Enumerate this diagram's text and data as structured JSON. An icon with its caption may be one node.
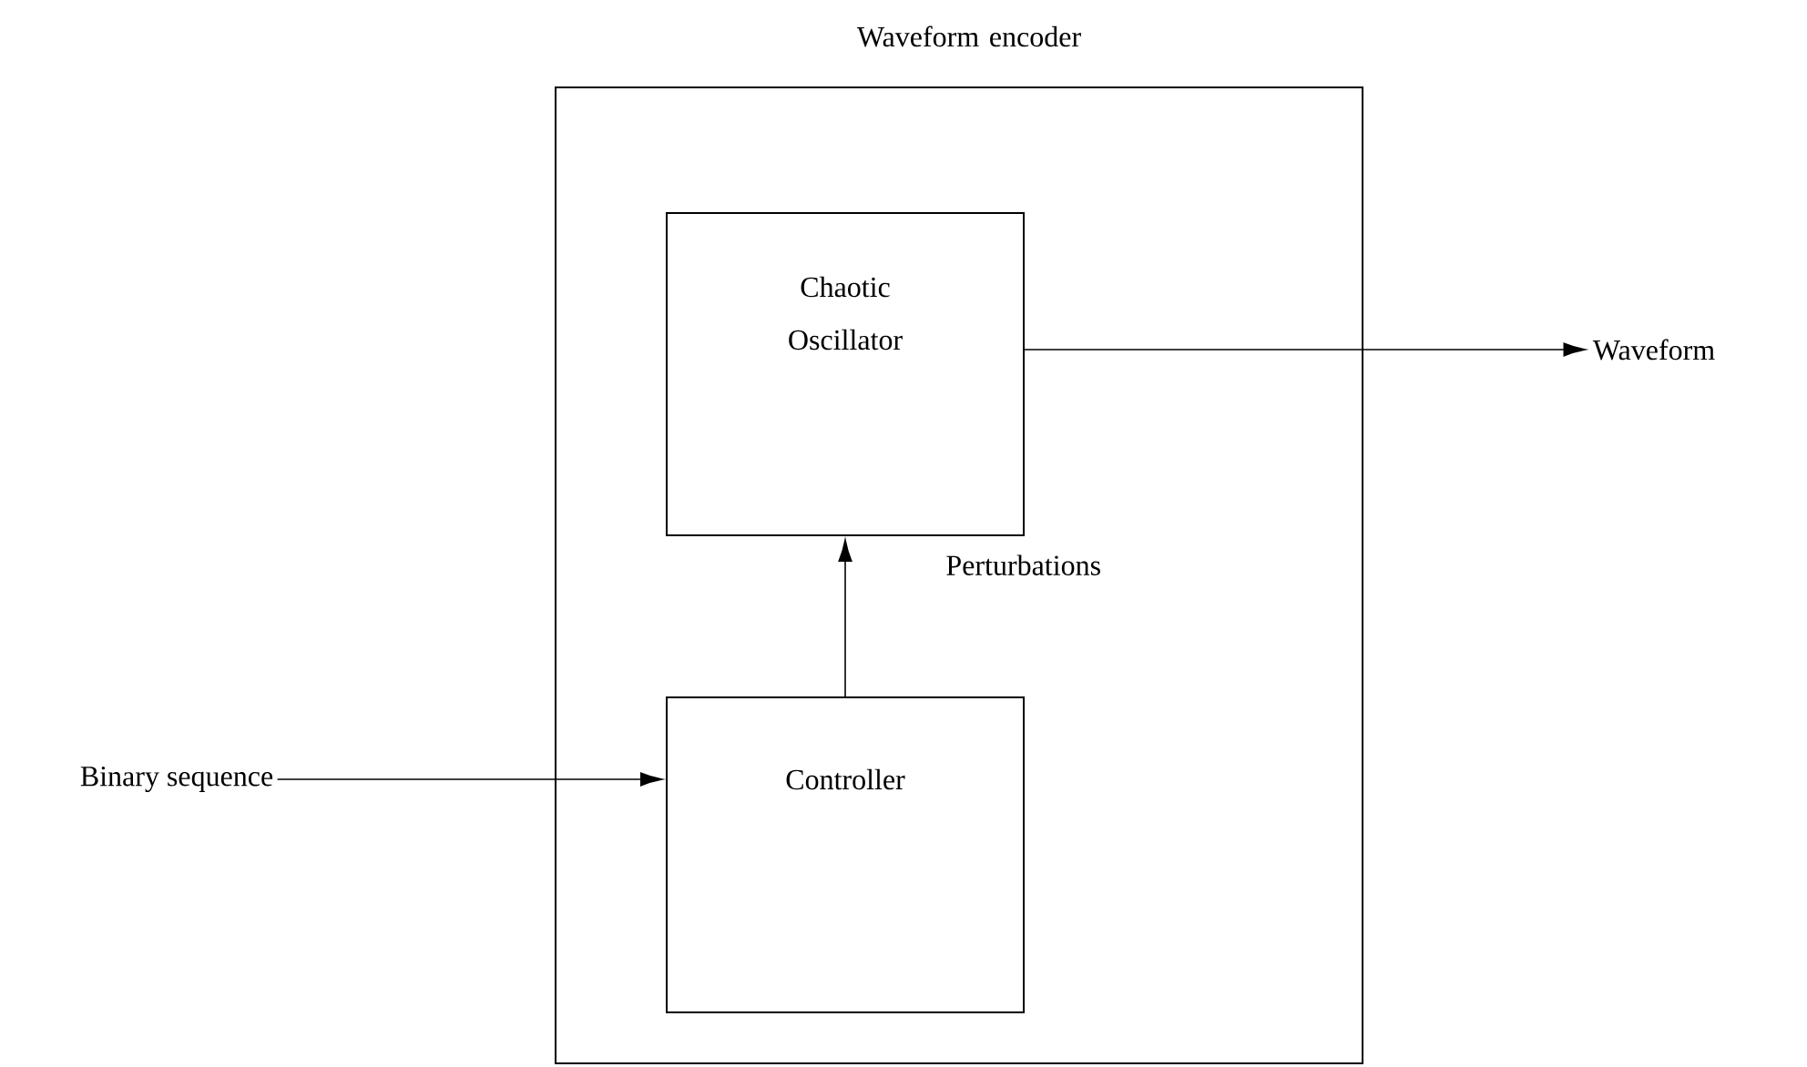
{
  "diagram": {
    "nodes": [
      {
        "text": [
          "Waveform encoder"
        ]
      },
      {
        "text": [
          "Chaotic Oscillator"
        ],
        "in": 0
      },
      {
        "text": [
          "Controller"
        ],
        "in": 0
      },
      {
        "text": [
          "Waveform"
        ]
      },
      {
        "text": [
          "Binary sequence"
        ]
      }
    ],
    "edges": [
      {
        "from": 2,
        "to": 1,
        "arrow": "to",
        "label": "Perturbations"
      },
      {
        "from": 1,
        "to": 3,
        "arrow": "to"
      },
      {
        "from": 4,
        "to": 2,
        "arrow": "to"
      }
    ]
  }
}
